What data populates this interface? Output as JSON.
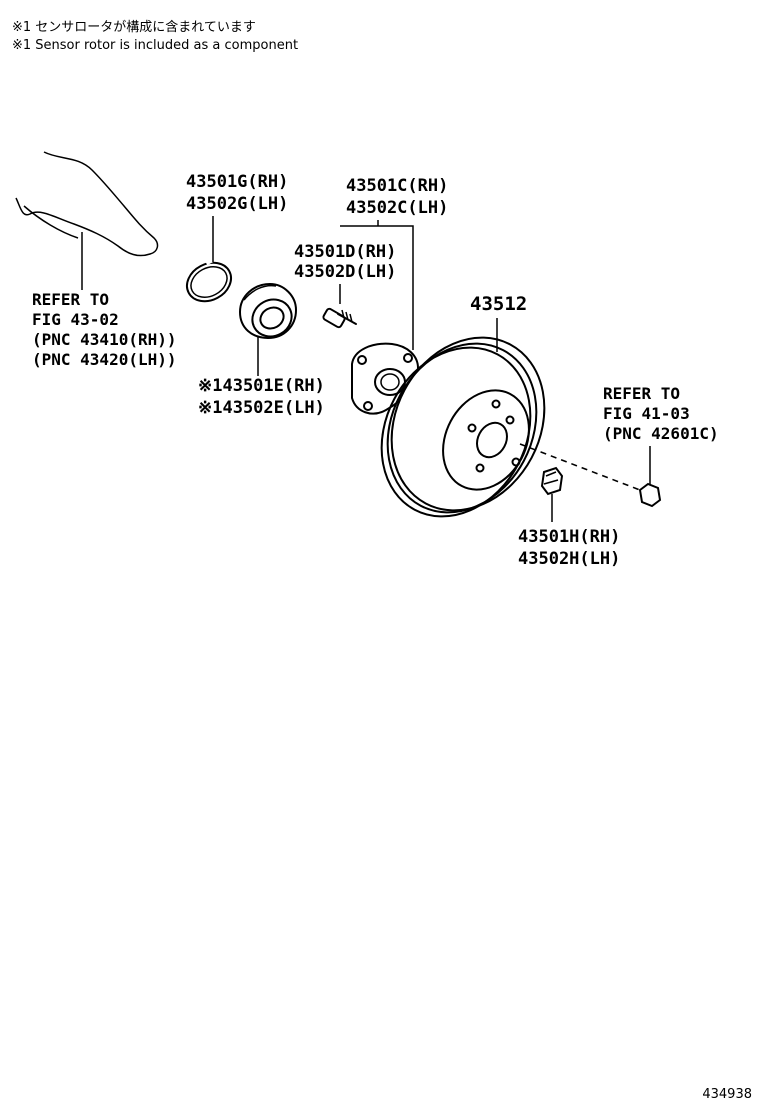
{
  "notes": {
    "jp": "※1 センサロータが構成に含まれています",
    "en": "※1 Sensor rotor is included as a component"
  },
  "labels": {
    "refer_43_02": {
      "line1": "REFER TO",
      "line2": "FIG 43-02",
      "line3": "(PNC 43410(RH))",
      "line4": "(PNC 43420(LH))"
    },
    "snap_ring": {
      "rh": "43501G(RH)",
      "lh": "43502G(LH)"
    },
    "hub_assy": {
      "rh": "43501C(RH)",
      "lh": "43502C(LH)"
    },
    "hub_bolt": {
      "rh": "43501D(RH)",
      "lh": "43502D(LH)"
    },
    "bearing": {
      "rh": "※143501E(RH)",
      "lh": "※143502E(LH)"
    },
    "disc": {
      "pn": "43512"
    },
    "refer_41_03": {
      "line1": "REFER TO",
      "line2": "FIG 41-03",
      "line3": "(PNC 42601C)"
    },
    "hub_nut": {
      "rh": "43501H(RH)",
      "lh": "43502H(LH)"
    }
  },
  "figure_id": "434938",
  "icons": [
    "steering-knuckle-icon",
    "snap-ring-icon",
    "bearing-icon",
    "hub-bolt-icon",
    "axle-hub-icon",
    "disc-rotor-icon",
    "hub-nut-icon",
    "wheel-nut-icon"
  ]
}
